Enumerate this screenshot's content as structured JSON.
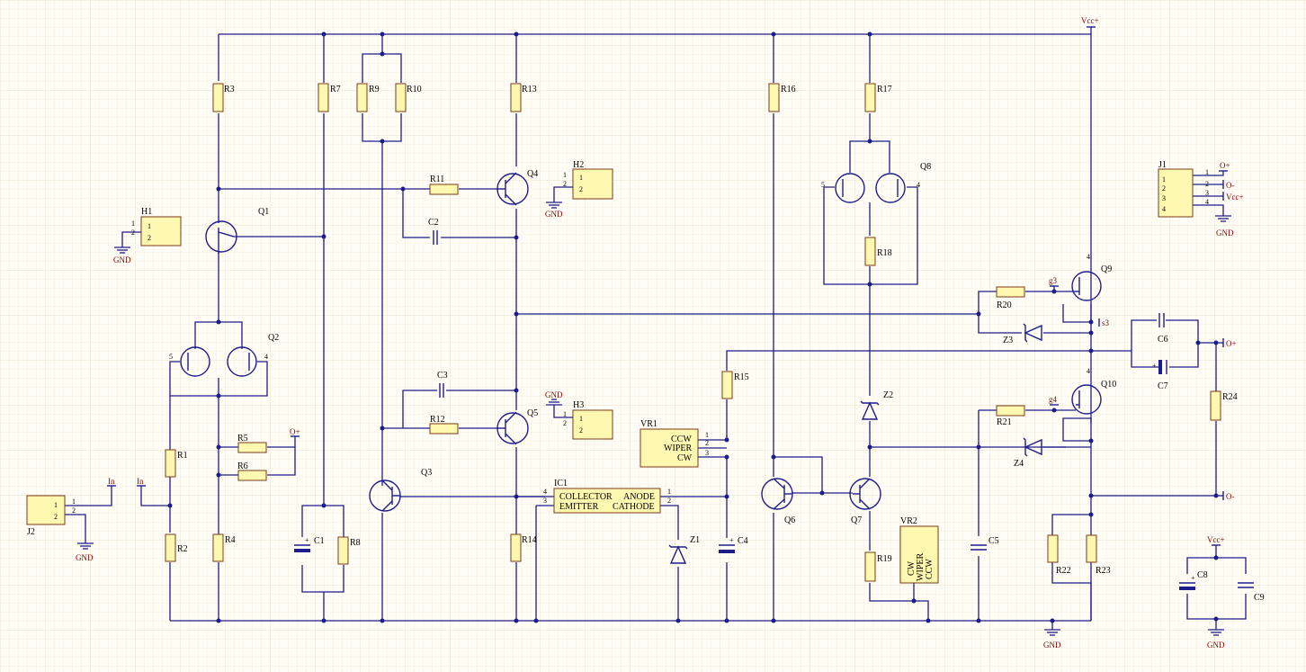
{
  "nets": {
    "vcc": "Vcc+",
    "gnd": "GND",
    "o_plus": "O+",
    "o_minus": "O-",
    "in": "In",
    "g3": "g3",
    "s3": "s3",
    "g4": "g4"
  },
  "designators": {
    "R1": "R1",
    "R2": "R2",
    "R3": "R3",
    "R4": "R4",
    "R5": "R5",
    "R6": "R6",
    "R7": "R7",
    "R8": "R8",
    "R9": "R9",
    "R10": "R10",
    "R11": "R11",
    "R12": "R12",
    "R13": "R13",
    "R14": "R14",
    "R15": "R15",
    "R16": "R16",
    "R17": "R17",
    "R18": "R18",
    "R19": "R19",
    "R20": "R20",
    "R21": "R21",
    "R22": "R22",
    "R23": "R23",
    "R24": "R24",
    "C1": "C1",
    "C2": "C2",
    "C3": "C3",
    "C4": "C4",
    "C5": "C5",
    "C6": "C6",
    "C7": "C7",
    "C8": "C8",
    "C9": "C9",
    "Q1": "Q1",
    "Q2": "Q2",
    "Q3": "Q3",
    "Q4": "Q4",
    "Q5": "Q5",
    "Q6": "Q6",
    "Q7": "Q7",
    "Q8": "Q8",
    "Q9": "Q9",
    "Q10": "Q10",
    "Z1": "Z1",
    "Z2": "Z2",
    "Z3": "Z3",
    "Z4": "Z4",
    "H1": "H1",
    "H2": "H2",
    "H3": "H3",
    "J1": "J1",
    "J2": "J2",
    "IC1": "IC1",
    "VR1": "VR1",
    "VR2": "VR2"
  },
  "ic1": {
    "collector": "COLLECTOR",
    "emitter": "EMITTER",
    "anode": "ANODE",
    "cathode": "CATHODE"
  },
  "vr1": {
    "ccw": "CCW",
    "wiper": "WIPER",
    "cw": "CW"
  },
  "vr2": {
    "cw": "CW",
    "wiper": "WIPER",
    "ccw": "CCW"
  },
  "pins": {
    "p1": "1",
    "p2": "2",
    "p3": "3",
    "p4": "4",
    "p5": "5",
    "plus": "+"
  }
}
